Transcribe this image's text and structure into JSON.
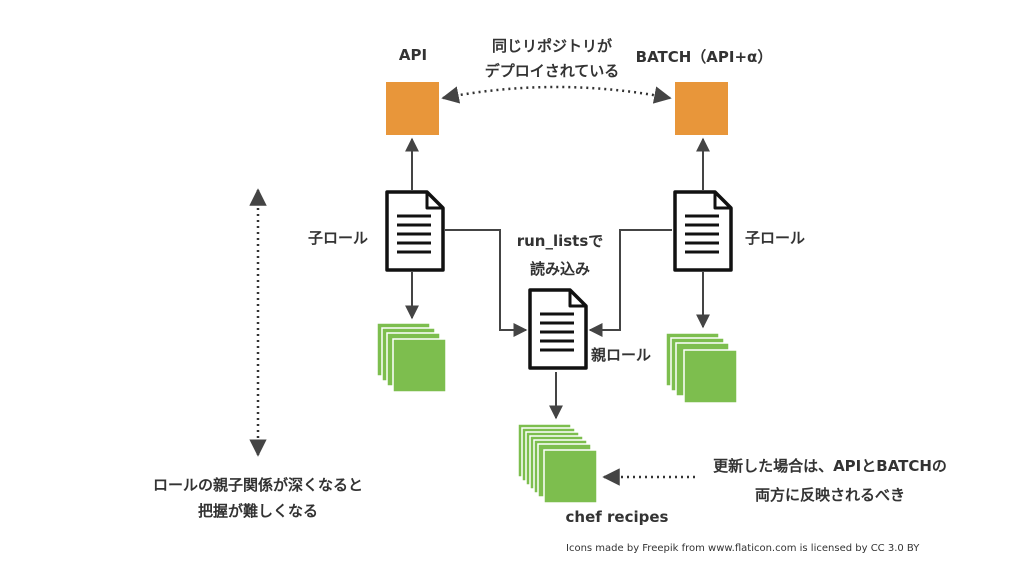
{
  "labels": {
    "api": "API",
    "batch": "BATCH（API+α）",
    "same_repo_line1": "同じリポジトリが",
    "same_repo_line2": "デプロイされている",
    "child_role_left": "子ロール",
    "child_role_right": "子ロール",
    "run_lists_line1": "run_listsで",
    "run_lists_line2": "読み込み",
    "parent_role": "親ロール",
    "chef_recipes": "chef recipes",
    "deep_line1": "ロールの親子関係が深くなると",
    "deep_line2": "把握が難しくなる",
    "update_line1": "更新した場合は、APIとBATCHの",
    "update_line2": "両方に反映されるべき",
    "credit": "Icons made by Freepik from www.flaticon.com is licensed by CC 3.0 BY"
  },
  "colors": {
    "server": "#E8963A",
    "recipe": "#7DBE4E",
    "arrow": "#444444",
    "text": "#333333"
  },
  "icons": {
    "server": "orange-square",
    "role": "document-icon",
    "recipe": "stacked-green-squares"
  }
}
